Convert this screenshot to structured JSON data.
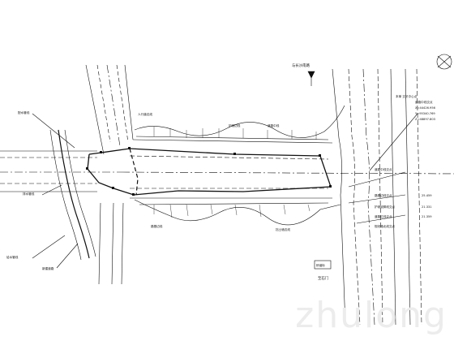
{
  "labels": {
    "north_top": "与长沙南路",
    "north_bottom": "至石门",
    "bridge_box": "桥涵标",
    "left_1": "配水管线",
    "left_2": "排水管线",
    "left_3": "给水管线",
    "left_4": "新建道路",
    "mid_1": "人行道边线",
    "mid_2": "护坡边线",
    "mid_3": "道路中线",
    "mid_4": "路基边线",
    "mid_5": "挡土墙边线",
    "right_1": "道路中线交点",
    "right_2": "路基边线交点",
    "right_3": "护坡坡脚线交点",
    "right_4": "道路红线交点",
    "right_5": "规划路北线交点"
  },
  "info_block": {
    "title": "本单  交叉中心点",
    "line1": "道路中线交点",
    "line2": "X=44426.956",
    "line3": "Y=95340.769",
    "line4": "Z=48897.803"
  },
  "right_values": [
    "25.459",
    "21.331",
    "21.359"
  ],
  "watermark": "zhulong",
  "colors": {
    "line": "#111111",
    "background": "#ffffff"
  }
}
